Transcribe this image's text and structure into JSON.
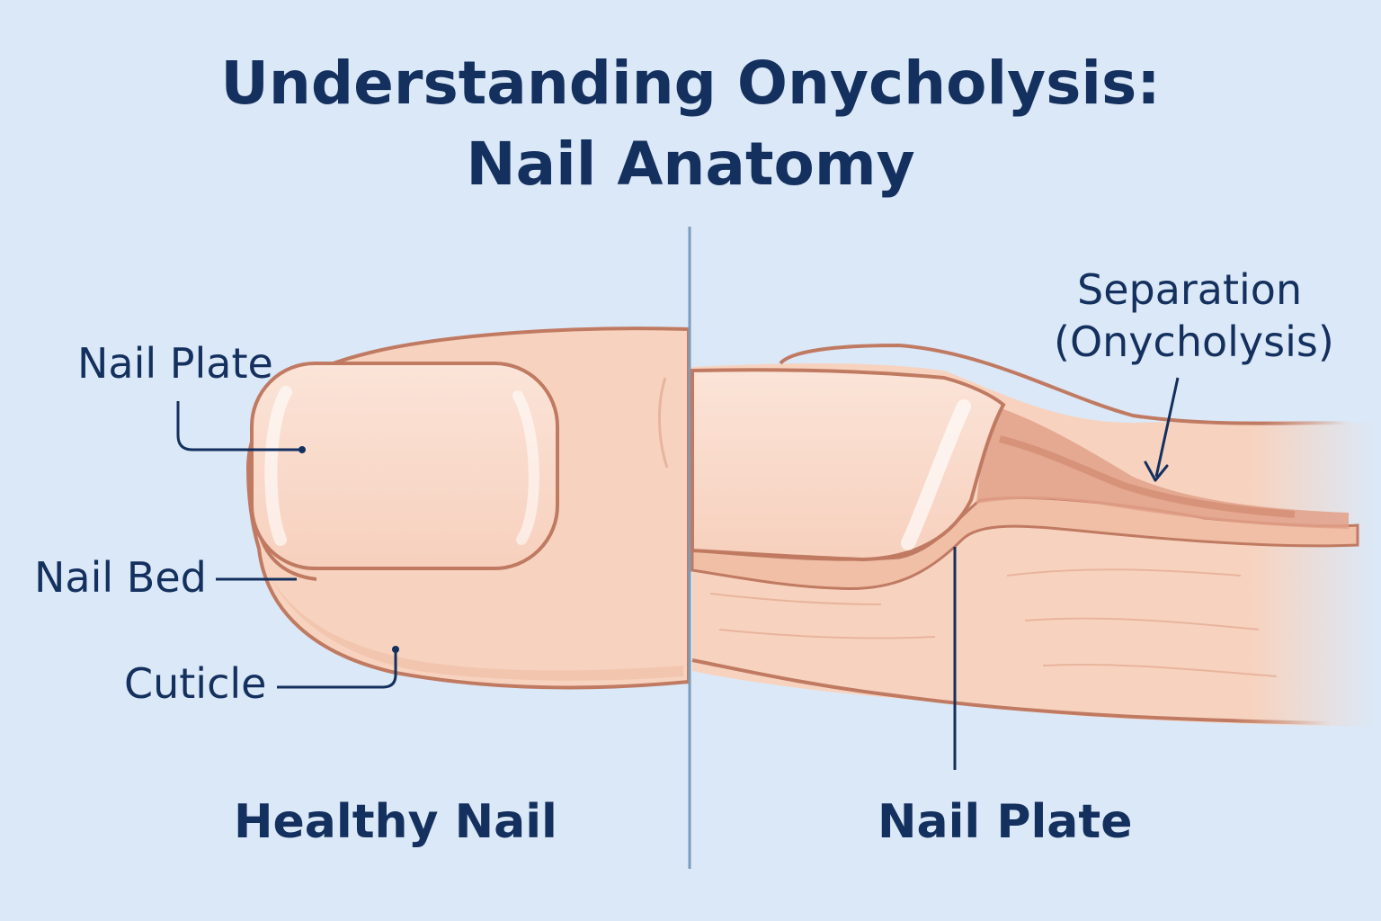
{
  "title": {
    "line1": "Understanding Onycholysis:",
    "line2": "Nail Anatomy"
  },
  "left": {
    "labels": {
      "nail_plate": "Nail Plate",
      "nail_bed": "Nail Bed",
      "cuticle": "Cuticle"
    },
    "caption": "Healthy Nail"
  },
  "right": {
    "labels": {
      "separation_line1": "Separation",
      "separation_line2": "(Onycholysis)"
    },
    "caption": "Nail Plate"
  },
  "colors": {
    "background": "#dbe8f7",
    "text": "#14305e",
    "skin": "#f7d3bf",
    "skin_shade": "#eebaa2",
    "outline": "#c07a62",
    "nail": "#fbe2d6",
    "divider": "#7c9cbb"
  }
}
